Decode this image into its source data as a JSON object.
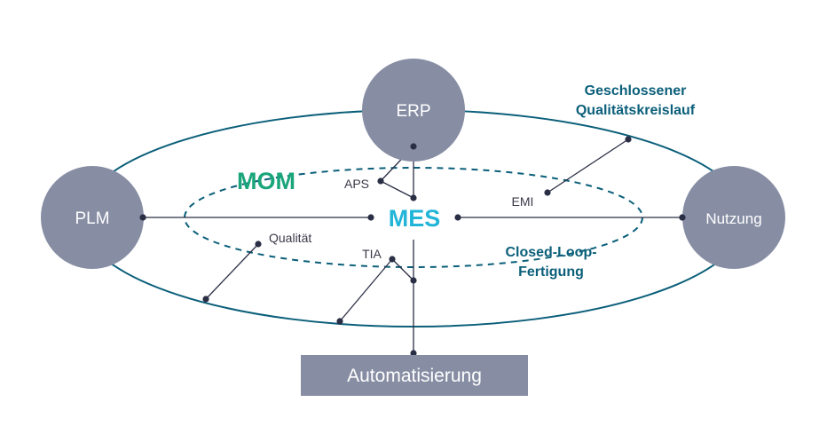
{
  "nodes": {
    "erp": "ERP",
    "plm": "PLM",
    "nutzung": "Nutzung",
    "automatisierung": "Automatisierung"
  },
  "center": {
    "mom": "MOM",
    "mes": "MES"
  },
  "labels": {
    "aps": "APS",
    "emi": "EMI",
    "qualitaet": "Qualität",
    "tia": "TIA"
  },
  "loops": {
    "geschlossener_line1": "Geschlossener",
    "geschlossener_line2": "Qualitätskreislauf",
    "closed_loop_line1": "Closed-Loop-",
    "closed_loop_line2": "Fertigung"
  },
  "colors": {
    "node_fill": "#878ea4",
    "outer_ellipse": "#0b5f7a",
    "inner_dashed": "#0b5f7a",
    "connector": "#2b2f45",
    "mom": "#1aa57a",
    "mes": "#22b5d8"
  }
}
